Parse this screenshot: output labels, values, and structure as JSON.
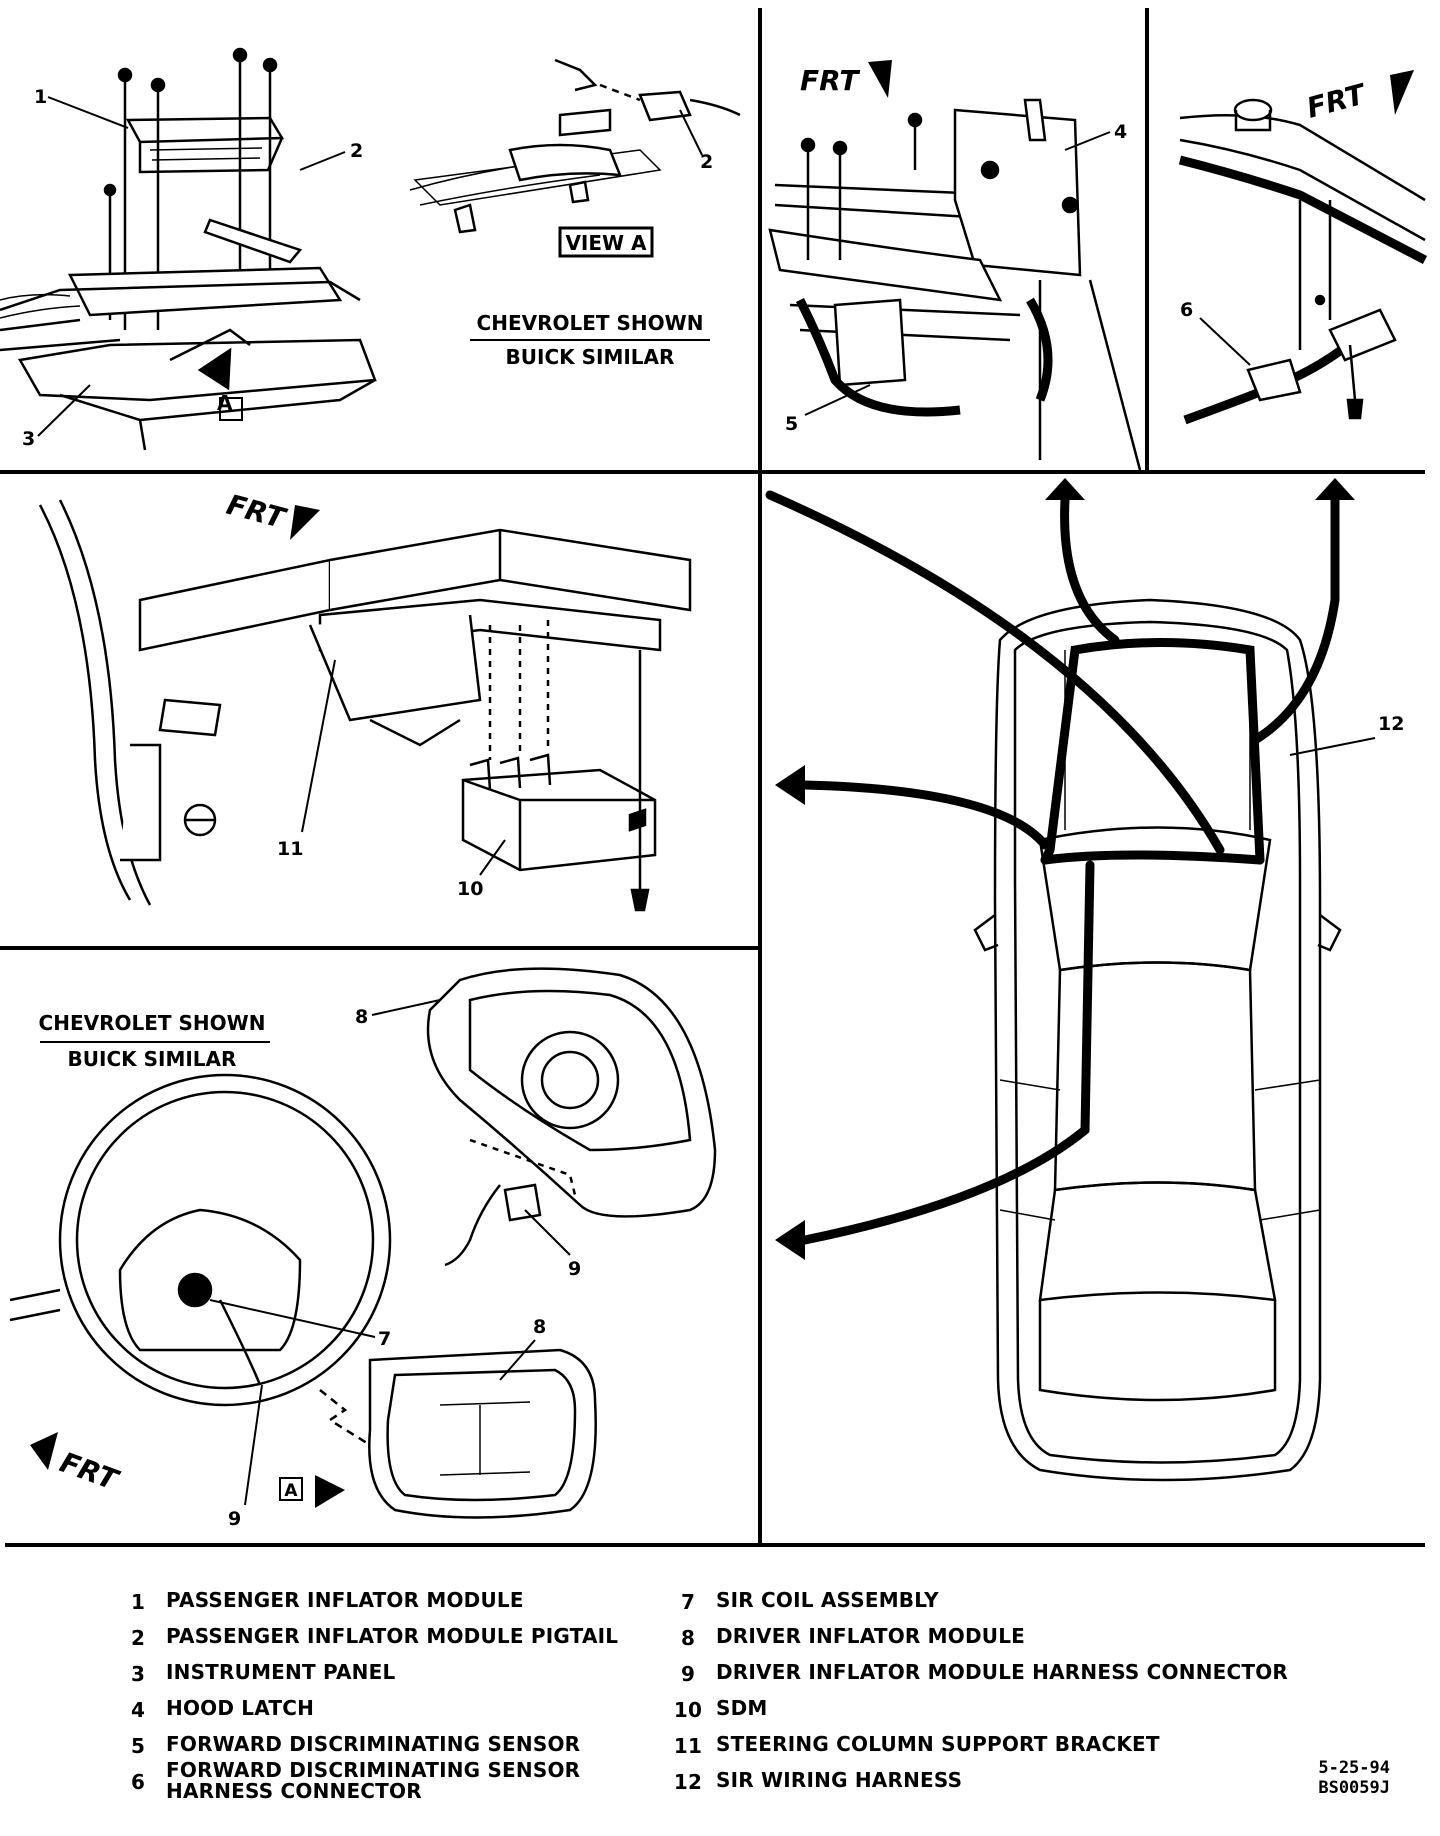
{
  "panels": {
    "top_left": {
      "note_line1": "CHEVROLET SHOWN",
      "note_line2": "BUICK SIMILAR",
      "view_label": "VIEW A",
      "view_ref": "A",
      "callouts": [
        "1",
        "2",
        "2",
        "3"
      ]
    },
    "top_middle": {
      "frt": "FRT",
      "callouts": [
        "4",
        "5"
      ]
    },
    "top_right": {
      "frt": "FRT",
      "callouts": [
        "6"
      ]
    },
    "middle_left": {
      "frt": "FRT",
      "callouts": [
        "11",
        "10"
      ]
    },
    "bottom_left": {
      "note_line1": "CHEVROLET SHOWN",
      "note_line2": "BUICK SIMILAR",
      "frt": "FRT",
      "view_ref": "A",
      "callouts": [
        "8",
        "9",
        "7",
        "8",
        "9"
      ]
    },
    "right_car": {
      "callouts": [
        "12"
      ]
    }
  },
  "legend": {
    "left": [
      {
        "num": "1",
        "text": "PASSENGER INFLATOR MODULE"
      },
      {
        "num": "2",
        "text": "PASSENGER INFLATOR MODULE PIGTAIL"
      },
      {
        "num": "3",
        "text": "INSTRUMENT PANEL"
      },
      {
        "num": "4",
        "text": "HOOD LATCH"
      },
      {
        "num": "5",
        "text": "FORWARD DISCRIMINATING SENSOR"
      },
      {
        "num": "6",
        "text": "FORWARD DISCRIMINATING SENSOR HARNESS CONNECTOR"
      }
    ],
    "right": [
      {
        "num": "7",
        "text": "SIR COIL ASSEMBLY"
      },
      {
        "num": "8",
        "text": "DRIVER INFLATOR MODULE"
      },
      {
        "num": "9",
        "text": "DRIVER INFLATOR MODULE HARNESS CONNECTOR"
      },
      {
        "num": "10",
        "text": "SDM"
      },
      {
        "num": "11",
        "text": "STEERING COLUMN SUPPORT BRACKET"
      },
      {
        "num": "12",
        "text": "SIR WIRING HARNESS"
      }
    ]
  },
  "footer": {
    "date": "5-25-94",
    "code": "BS0059J"
  }
}
